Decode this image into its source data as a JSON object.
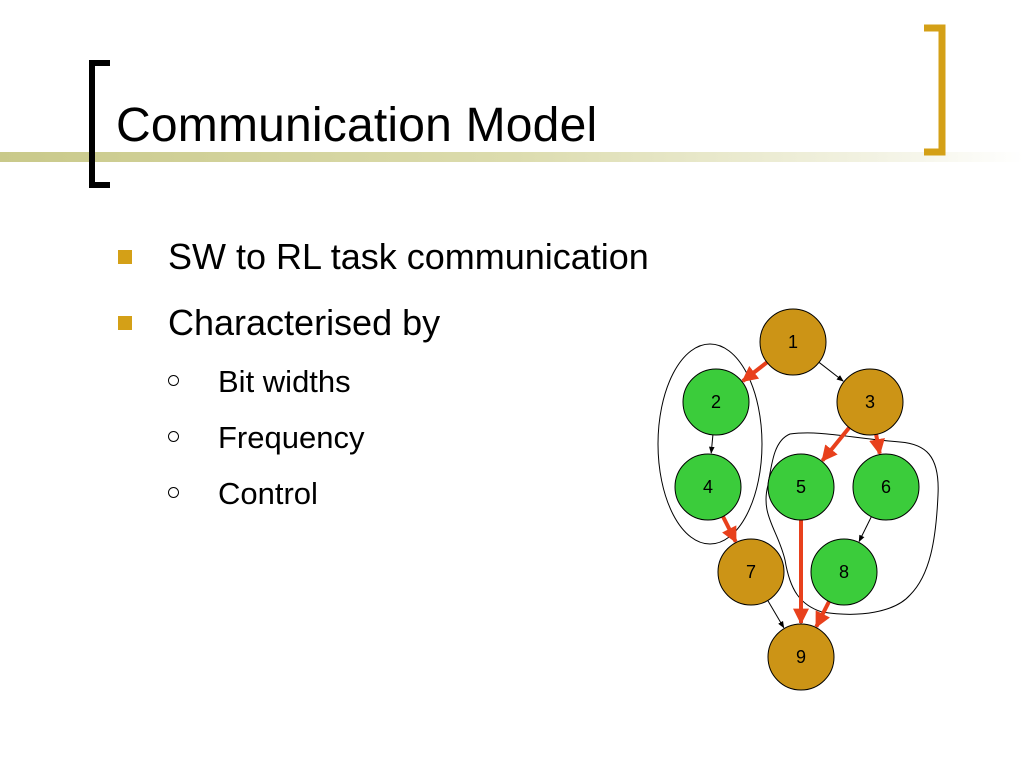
{
  "slide": {
    "title": "Communication Model",
    "accent_color": "#d4a017",
    "bullets": [
      {
        "text": "SW to RL task communication",
        "sub": []
      },
      {
        "text": "Characterised by",
        "sub": [
          "Bit widths",
          "Frequency",
          "Control"
        ]
      }
    ]
  },
  "diagram": {
    "colors": {
      "sw_node": "#3bcc3b",
      "rl_node": "#cc9416",
      "red_edge": "#e8401c",
      "black_edge": "#000000"
    },
    "nodes": [
      {
        "id": "n1",
        "label": "1",
        "kind": "rl"
      },
      {
        "id": "n2",
        "label": "2",
        "kind": "sw"
      },
      {
        "id": "n3",
        "label": "3",
        "kind": "rl"
      },
      {
        "id": "n4",
        "label": "4",
        "kind": "sw"
      },
      {
        "id": "n5",
        "label": "5",
        "kind": "sw"
      },
      {
        "id": "n6",
        "label": "6",
        "kind": "sw"
      },
      {
        "id": "n7",
        "label": "7",
        "kind": "rl"
      },
      {
        "id": "n8",
        "label": "8",
        "kind": "sw"
      },
      {
        "id": "n9",
        "label": "9",
        "kind": "rl"
      }
    ],
    "edges": [
      {
        "from": "n1",
        "to": "n2",
        "kind": "red"
      },
      {
        "from": "n1",
        "to": "n3",
        "kind": "black"
      },
      {
        "from": "n2",
        "to": "n4",
        "kind": "black"
      },
      {
        "from": "n3",
        "to": "n5",
        "kind": "red"
      },
      {
        "from": "n3",
        "to": "n6",
        "kind": "red"
      },
      {
        "from": "n4",
        "to": "n7",
        "kind": "red"
      },
      {
        "from": "n5",
        "to": "n9",
        "kind": "red"
      },
      {
        "from": "n6",
        "to": "n8",
        "kind": "black"
      },
      {
        "from": "n7",
        "to": "n9",
        "kind": "black"
      },
      {
        "from": "n8",
        "to": "n9",
        "kind": "red"
      }
    ],
    "groups": [
      {
        "id": "group-left",
        "members": [
          "n2",
          "n4"
        ]
      },
      {
        "id": "group-right",
        "members": [
          "n5",
          "n6",
          "n8"
        ]
      }
    ]
  }
}
